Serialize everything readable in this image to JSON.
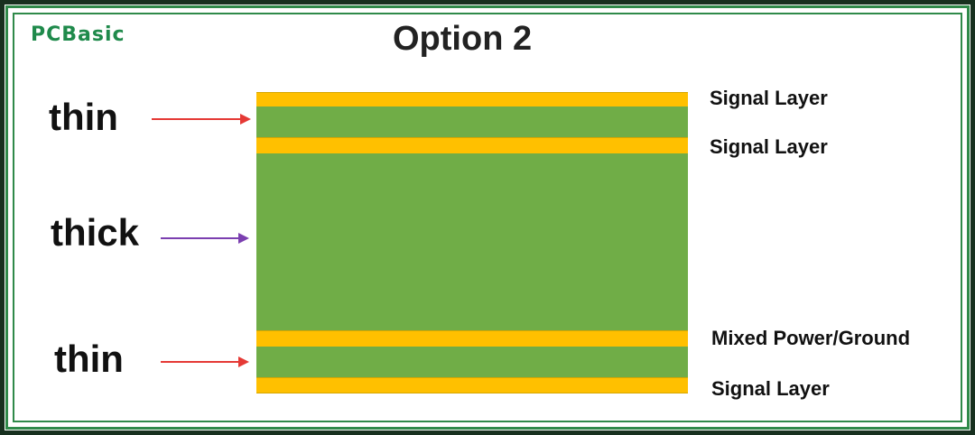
{
  "brand": {
    "logo_text": "PCBasic"
  },
  "diagram": {
    "title": "Option 2",
    "thickness_labels": [
      "thin",
      "thick",
      "thin"
    ],
    "layer_labels": [
      "Signal Layer",
      "Signal Layer",
      "Mixed Power/Ground",
      "Signal Layer"
    ],
    "colors": {
      "signal_layer": "#ffc000",
      "core": "#70ad47",
      "arrow_thin": "#e53935",
      "arrow_thick": "#7b3fb0",
      "frame": "#2f8a4a"
    }
  }
}
